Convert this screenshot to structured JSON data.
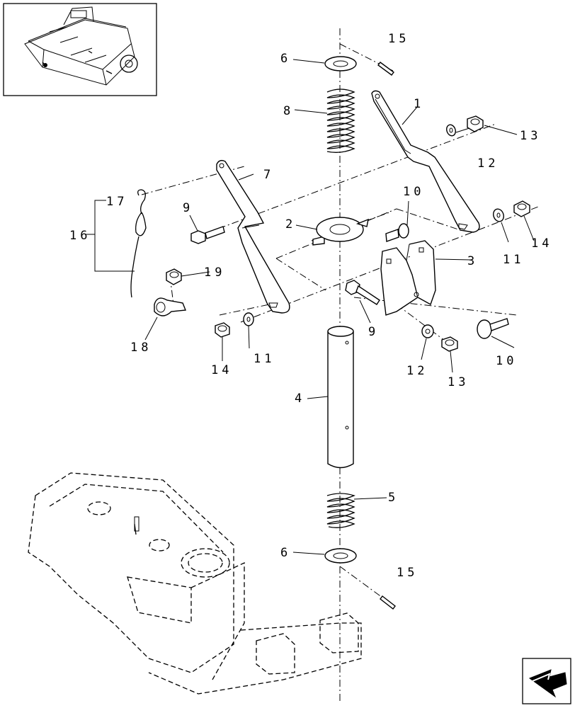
{
  "callouts": {
    "c1": "1",
    "c2": "2",
    "c3": "3",
    "c4": "4",
    "c5": "5",
    "c6a": "6",
    "c6b": "6",
    "c7": "7",
    "c8": "8",
    "c9a": "9",
    "c9b": "9",
    "c10a": "10",
    "c10b": "10",
    "c11a": "11",
    "c11b": "11",
    "c12a": "12",
    "c12b": "12",
    "c13a": "13",
    "c13b": "13",
    "c14a": "14",
    "c14b": "14",
    "c15a": "15",
    "c15b": "15",
    "c16": "16",
    "c17": "17",
    "c18": "18",
    "c19": "19"
  },
  "icons": {
    "thumbnail": "mower-deck-overview-icon",
    "navigation": "previous-page-arrow-icon"
  }
}
